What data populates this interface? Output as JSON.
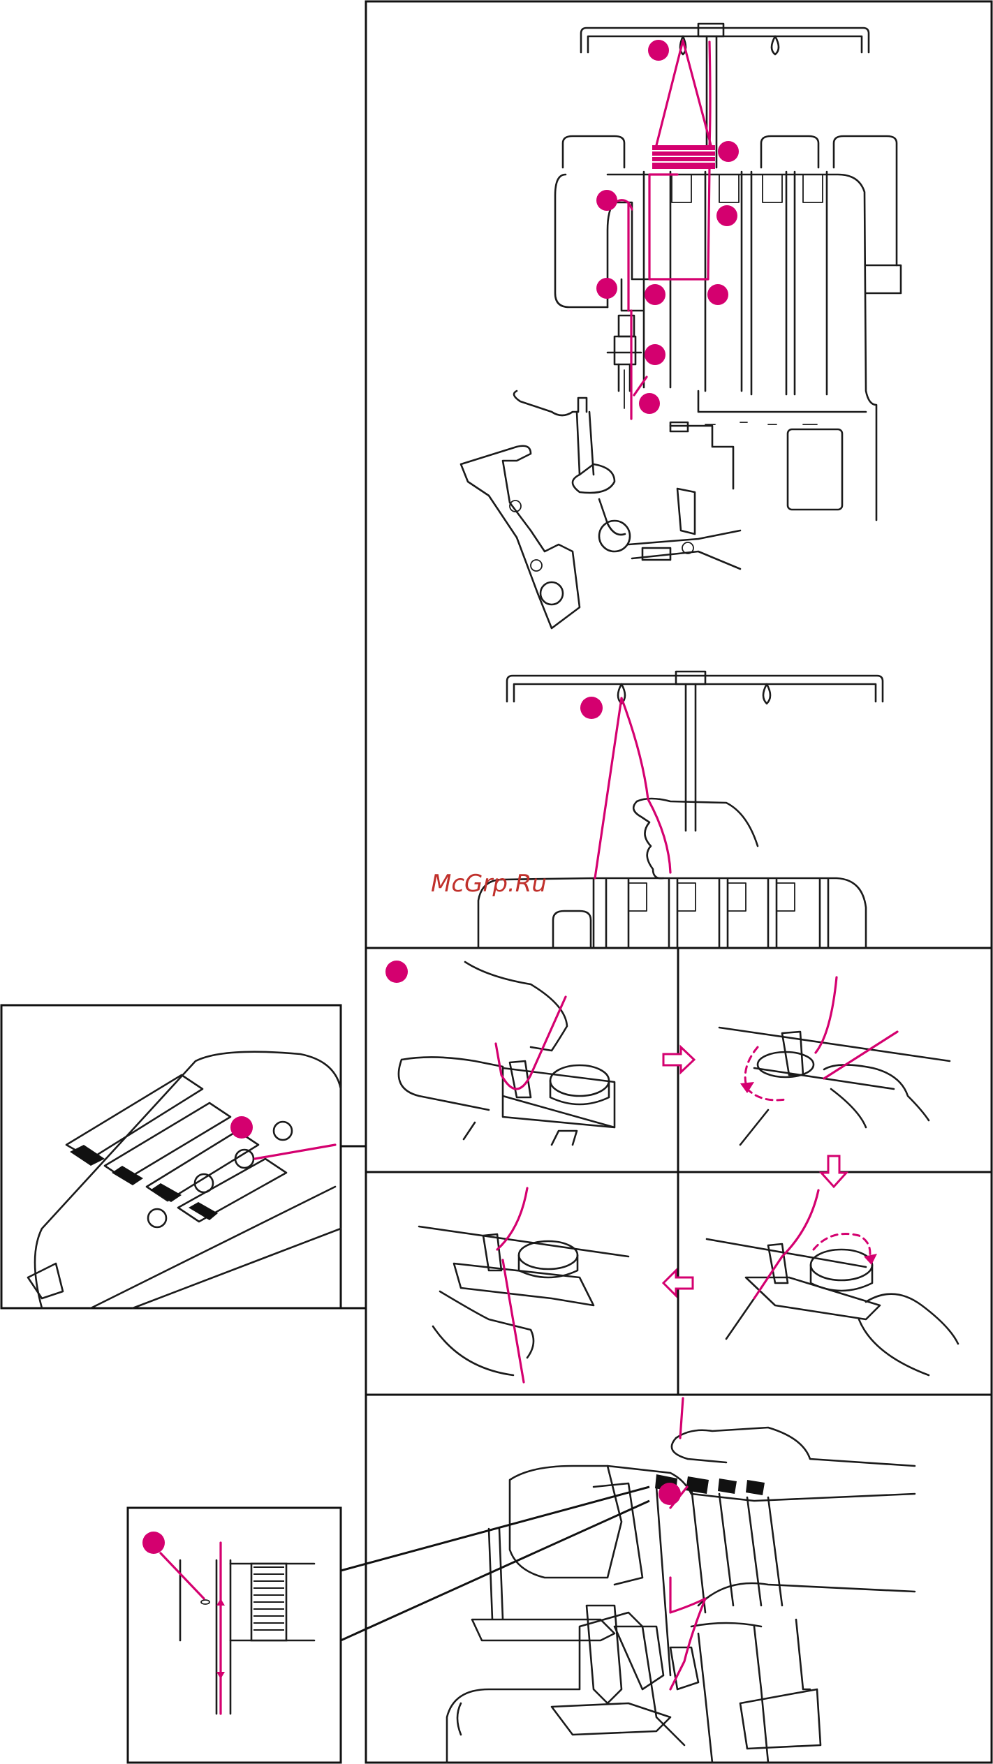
{
  "watermark": {
    "text": "McGrp.Ru",
    "color": "#c0302b"
  },
  "colors": {
    "accent": "#d4006f",
    "line": "#1a1a1a",
    "background": "#ffffff"
  },
  "panels": [
    {
      "id": "full-threading-path",
      "step_markers": 10,
      "icon": "overlock-threading-diagram"
    },
    {
      "id": "thread-stand-hand",
      "step_markers": 1,
      "icon": "thread-through-guide"
    },
    {
      "id": "tension-dial-steps",
      "step_markers": 1,
      "icon": "tension-disc-sequence"
    },
    {
      "id": "tension-detail-inset",
      "step_markers": 1,
      "icon": "tension-dials-closeup"
    },
    {
      "id": "needle-threading",
      "step_markers": 1,
      "icon": "needle-threading-hands"
    },
    {
      "id": "needle-detail-inset",
      "step_markers": 1,
      "icon": "needle-eye-closeup"
    }
  ],
  "arrows": [
    "right-arrow",
    "down-arrow",
    "left-arrow"
  ]
}
